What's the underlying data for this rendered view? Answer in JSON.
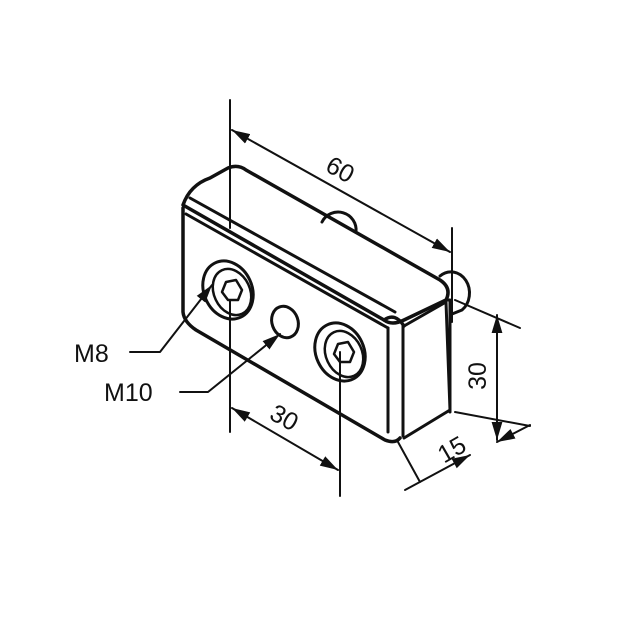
{
  "drawing": {
    "dimensions": {
      "length": "60",
      "hole_spacing": "30",
      "height": "30",
      "depth": "15"
    },
    "labels": {
      "screw": "M8",
      "thread_hole": "M10"
    },
    "colors": {
      "line": "#111111",
      "background": "#ffffff"
    }
  }
}
